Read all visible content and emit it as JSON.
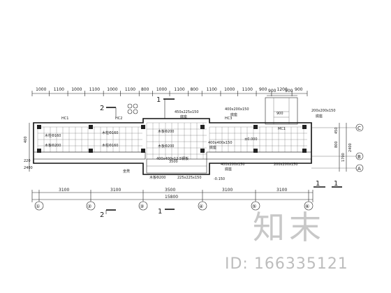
{
  "top_dims": [
    "1000",
    "1100",
    "1000",
    "1100",
    "1000",
    "1100",
    "800",
    "1000",
    "1100",
    "800",
    "1100",
    "1000",
    "1100",
    "900",
    "1200",
    "900"
  ],
  "upper_right_dims": [
    "900",
    "900"
  ],
  "right_dims": [
    "450",
    "800",
    "1700",
    "2400"
  ],
  "left_dims": [
    "220",
    "2400",
    "400"
  ],
  "bottom_dims": [
    "3100",
    "3100",
    "3500",
    "3100",
    "3100"
  ],
  "bottom_total": "15800",
  "grid_axes": [
    "①",
    "②",
    "③",
    "④",
    "⑤",
    "⑥"
  ],
  "row_axes": [
    "C",
    "B",
    "A"
  ],
  "hc_labels": [
    "HC1",
    "HC2",
    "HC3",
    "MC1"
  ],
  "section_marks": [
    "1",
    "2",
    "2",
    "1",
    "1",
    "1"
  ],
  "annotations": [
    "450x225x150",
    "400x200x150",
    "200x200x150",
    "400x400x150",
    "木柱Φ160",
    "木柱Φ160",
    "木柱Φ160",
    "木板Φ200",
    "木板Φ200",
    "木板Φ200",
    "400x400x12.5钢板",
    "200x200x150",
    "400x200x150",
    "225x225x150",
    "底座",
    "底座",
    "底座",
    "底座",
    "底座",
    "坐凳",
    "-0.150",
    "±0.000",
    "3500"
  ],
  "watermark_logo": "知末",
  "watermark_id": "ID: 166335121"
}
